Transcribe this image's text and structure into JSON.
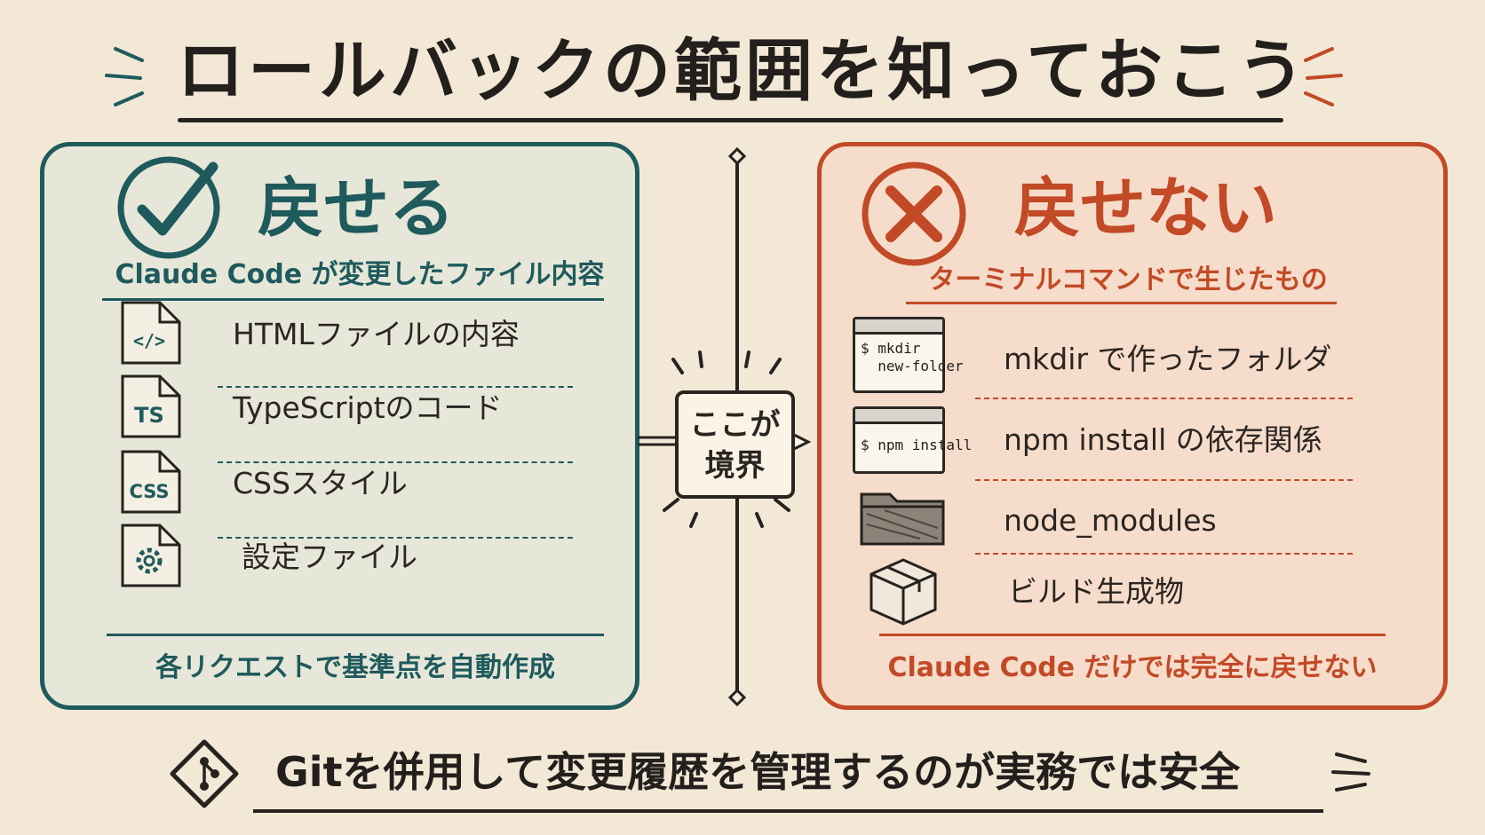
{
  "title": "ロールバックの範囲を知っておこう",
  "left": {
    "heading": "戻せる",
    "subtitle": "Claude Code が変更したファイル内容",
    "items": [
      {
        "icon_text": "</>",
        "label": "HTMLファイルの内容"
      },
      {
        "icon_text": "TS",
        "label": "TypeScriptのコード"
      },
      {
        "icon_text": "CSS",
        "label": "CSSスタイル"
      },
      {
        "icon_text": "",
        "label": "設定ファイル"
      }
    ],
    "footer": "各リクエストで基準点を自動作成",
    "color": "#1f5a5d"
  },
  "divider": {
    "bubble_line1": "ここが",
    "bubble_line2": "境界"
  },
  "right": {
    "heading": "戻せない",
    "subtitle": "ターミナルコマンドで生じたもの",
    "items": [
      {
        "icon_text": "$ mkdir\n  new-folder",
        "label": "mkdir で作ったフォルダ"
      },
      {
        "icon_text": "$ npm install",
        "label": "npm install の依存関係"
      },
      {
        "icon_text": "",
        "label": "node_modules"
      },
      {
        "icon_text": "",
        "label": "ビルド生成物"
      }
    ],
    "footer": "Claude Code だけでは完全に戻せない",
    "color": "#c24a26"
  },
  "bottom": {
    "text": "Gitを併用して変更履歴を管理するのが実務では安全"
  },
  "icons": [
    "check-circle-icon",
    "x-circle-icon",
    "code-file-icon",
    "ts-file-icon",
    "css-file-icon",
    "gear-file-icon",
    "terminal-icon",
    "folder-icon",
    "box-icon",
    "git-icon"
  ]
}
